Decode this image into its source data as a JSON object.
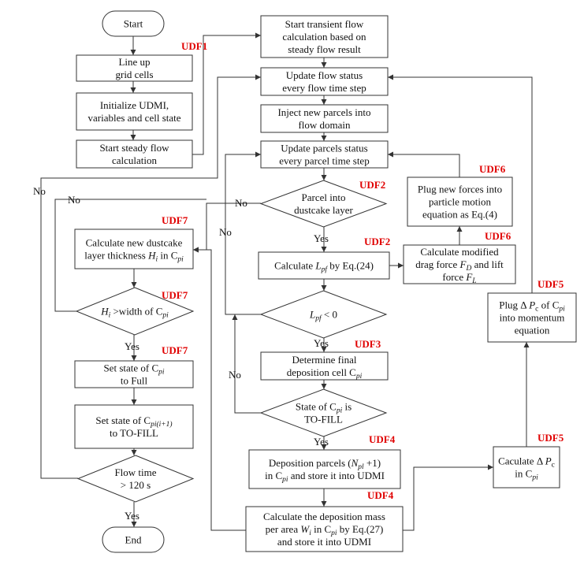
{
  "colors": {
    "udf": "#e00000",
    "line": "#333333",
    "text": "#111111"
  },
  "nodes": [
    {
      "id": "start",
      "shape": "terminal",
      "lines": [
        [
          {
            "t": "Start"
          }
        ]
      ]
    },
    {
      "id": "lineup",
      "shape": "process",
      "lines": [
        [
          {
            "t": "Line up"
          }
        ],
        [
          {
            "t": "grid cells"
          }
        ]
      ]
    },
    {
      "id": "init",
      "shape": "process",
      "lines": [
        [
          {
            "t": "Initialize UDMI,"
          }
        ],
        [
          {
            "t": "variables and cell state"
          }
        ]
      ]
    },
    {
      "id": "steady",
      "shape": "process",
      "lines": [
        [
          {
            "t": "Start steady flow"
          }
        ],
        [
          {
            "t": "calculation"
          }
        ]
      ]
    },
    {
      "id": "transient",
      "shape": "process",
      "lines": [
        [
          {
            "t": "Start transient  flow"
          }
        ],
        [
          {
            "t": "calculation based on"
          }
        ],
        [
          {
            "t": "steady flow result"
          }
        ]
      ]
    },
    {
      "id": "update_flow",
      "shape": "process",
      "lines": [
        [
          {
            "t": "Update flow status"
          }
        ],
        [
          {
            "t": "every flow time step"
          }
        ]
      ]
    },
    {
      "id": "inject",
      "shape": "process",
      "lines": [
        [
          {
            "t": "Inject new parcels into"
          }
        ],
        [
          {
            "t": "flow domain"
          }
        ]
      ]
    },
    {
      "id": "update_parcels",
      "shape": "process",
      "lines": [
        [
          {
            "t": "Update parcels status"
          }
        ],
        [
          {
            "t": "every parcel time step"
          }
        ]
      ]
    },
    {
      "id": "into_layer",
      "shape": "decision",
      "lines": [
        [
          {
            "t": "Parcel into"
          }
        ],
        [
          {
            "t": "dustcake layer"
          }
        ]
      ]
    },
    {
      "id": "calc_lpf",
      "shape": "process",
      "lines": [
        [
          {
            "t": "Calculate  "
          },
          {
            "t": "L",
            "i": true
          },
          {
            "t": "pf",
            "sub": true,
            "i": true
          },
          {
            "t": " by Eq.(24)"
          }
        ]
      ]
    },
    {
      "id": "lpf_check",
      "shape": "decision",
      "lines": [
        [
          {
            "t": "L",
            "i": true
          },
          {
            "t": "pf",
            "sub": true,
            "i": true
          },
          {
            "t": " < 0"
          }
        ]
      ]
    },
    {
      "id": "determine",
      "shape": "process",
      "lines": [
        [
          {
            "t": "Determine final"
          }
        ],
        [
          {
            "t": "deposition cell C"
          },
          {
            "t": "pi",
            "sub": true,
            "i": true
          }
        ]
      ]
    },
    {
      "id": "state_tofill",
      "shape": "decision",
      "lines": [
        [
          {
            "t": "State of C"
          },
          {
            "t": "pi",
            "sub": true,
            "i": true
          },
          {
            "t": " is"
          }
        ],
        [
          {
            "t": "TO-FILL"
          }
        ]
      ]
    },
    {
      "id": "dep_parcels",
      "shape": "process",
      "lines": [
        [
          {
            "t": "Deposition parcels ("
          },
          {
            "t": "N",
            "i": true
          },
          {
            "t": "pl",
            "sub": true,
            "i": true
          },
          {
            "t": "  +1)"
          }
        ],
        [
          {
            "t": "in C"
          },
          {
            "t": "pi",
            "sub": true,
            "i": true
          },
          {
            "t": " and store it into UDMI"
          }
        ]
      ]
    },
    {
      "id": "dep_mass",
      "shape": "process",
      "lines": [
        [
          {
            "t": "Calculate the deposition mass"
          }
        ],
        [
          {
            "t": "per area "
          },
          {
            "t": "W",
            "i": true
          },
          {
            "t": "i",
            "sub": true,
            "i": true
          },
          {
            "t": " in C"
          },
          {
            "t": "pi",
            "sub": true,
            "i": true
          },
          {
            "t": " by Eq.(27)"
          }
        ],
        [
          {
            "t": "and store it into UDMI"
          }
        ]
      ]
    },
    {
      "id": "calc_dust",
      "shape": "process",
      "lines": [
        [
          {
            "t": "Calculate new dustcake"
          }
        ],
        [
          {
            "t": "layer thickness "
          },
          {
            "t": "H",
            "i": true
          },
          {
            "t": "i",
            "sub": true,
            "i": true
          },
          {
            "t": " in C"
          },
          {
            "t": "pi",
            "sub": true,
            "i": true
          }
        ]
      ]
    },
    {
      "id": "hi_width",
      "shape": "decision",
      "lines": [
        [
          {
            "t": "H",
            "i": true
          },
          {
            "t": "i",
            "sub": true,
            "i": true
          },
          {
            "t": " >width of C"
          },
          {
            "t": "pi",
            "sub": true,
            "i": true
          }
        ]
      ]
    },
    {
      "id": "set_full",
      "shape": "process",
      "lines": [
        [
          {
            "t": "Set state of C"
          },
          {
            "t": "pi",
            "sub": true,
            "i": true
          }
        ],
        [
          {
            "t": "to Full"
          }
        ]
      ]
    },
    {
      "id": "set_tofill",
      "shape": "process",
      "lines": [
        [
          {
            "t": "Set state of C"
          },
          {
            "t": "pi(i+1)",
            "sub": true,
            "i": true
          }
        ],
        [
          {
            "t": "to TO-FILL"
          }
        ]
      ]
    },
    {
      "id": "flow_time",
      "shape": "decision",
      "lines": [
        [
          {
            "t": "Flow time"
          }
        ],
        [
          {
            "t": "> 120 s"
          }
        ]
      ]
    },
    {
      "id": "end",
      "shape": "terminal",
      "lines": [
        [
          {
            "t": "End"
          }
        ]
      ]
    },
    {
      "id": "plug_forces",
      "shape": "process",
      "lines": [
        [
          {
            "t": "Plug new forces into"
          }
        ],
        [
          {
            "t": "particle motion"
          }
        ],
        [
          {
            "t": "equation as Eq.(4)"
          }
        ]
      ]
    },
    {
      "id": "calc_drag",
      "shape": "process",
      "lines": [
        [
          {
            "t": "Calculate modified"
          }
        ],
        [
          {
            "t": "drag force "
          },
          {
            "t": "F",
            "i": true
          },
          {
            "t": "D",
            "sub": true,
            "i": true
          },
          {
            "t": " and lift"
          }
        ],
        [
          {
            "t": "force "
          },
          {
            "t": "F",
            "i": true
          },
          {
            "t": "L",
            "sub": true,
            "i": true
          }
        ]
      ]
    },
    {
      "id": "plug_dp",
      "shape": "process",
      "lines": [
        [
          {
            "t": "Plug  Δ "
          },
          {
            "t": "P",
            "i": true
          },
          {
            "t": "c",
            "sub": true
          },
          {
            "t": " of C"
          },
          {
            "t": "pi",
            "sub": true,
            "i": true
          }
        ],
        [
          {
            "t": "into  momentum"
          }
        ],
        [
          {
            "t": "equation"
          }
        ]
      ]
    },
    {
      "id": "calc_dp",
      "shape": "process",
      "lines": [
        [
          {
            "t": "Caculate  Δ "
          },
          {
            "t": "P",
            "i": true
          },
          {
            "t": "c",
            "sub": true
          }
        ],
        [
          {
            "t": "in C"
          },
          {
            "t": "pi",
            "sub": true,
            "i": true
          }
        ]
      ]
    }
  ],
  "udf_labels": [
    {
      "id": "udf1",
      "text": "UDF1"
    },
    {
      "id": "udf2a",
      "text": "UDF2"
    },
    {
      "id": "udf2b",
      "text": "UDF2"
    },
    {
      "id": "udf3",
      "text": "UDF3"
    },
    {
      "id": "udf4a",
      "text": "UDF4"
    },
    {
      "id": "udf4b",
      "text": "UDF4"
    },
    {
      "id": "udf5a",
      "text": "UDF5"
    },
    {
      "id": "udf5b",
      "text": "UDF5"
    },
    {
      "id": "udf6a",
      "text": "UDF6"
    },
    {
      "id": "udf6b",
      "text": "UDF6"
    },
    {
      "id": "udf7a",
      "text": "UDF7"
    },
    {
      "id": "udf7b",
      "text": "UDF7"
    },
    {
      "id": "udf7c",
      "text": "UDF7"
    }
  ],
  "branch_labels": [
    {
      "id": "yes1",
      "text": "Yes"
    },
    {
      "id": "yes2",
      "text": "Yes"
    },
    {
      "id": "yes3",
      "text": "Yes"
    },
    {
      "id": "yes4",
      "text": "Yes"
    },
    {
      "id": "yes5",
      "text": "Yes"
    },
    {
      "id": "no1",
      "text": "No"
    },
    {
      "id": "no2",
      "text": "No"
    },
    {
      "id": "no3",
      "text": "No"
    },
    {
      "id": "no4",
      "text": "No"
    },
    {
      "id": "no5",
      "text": "No"
    }
  ]
}
